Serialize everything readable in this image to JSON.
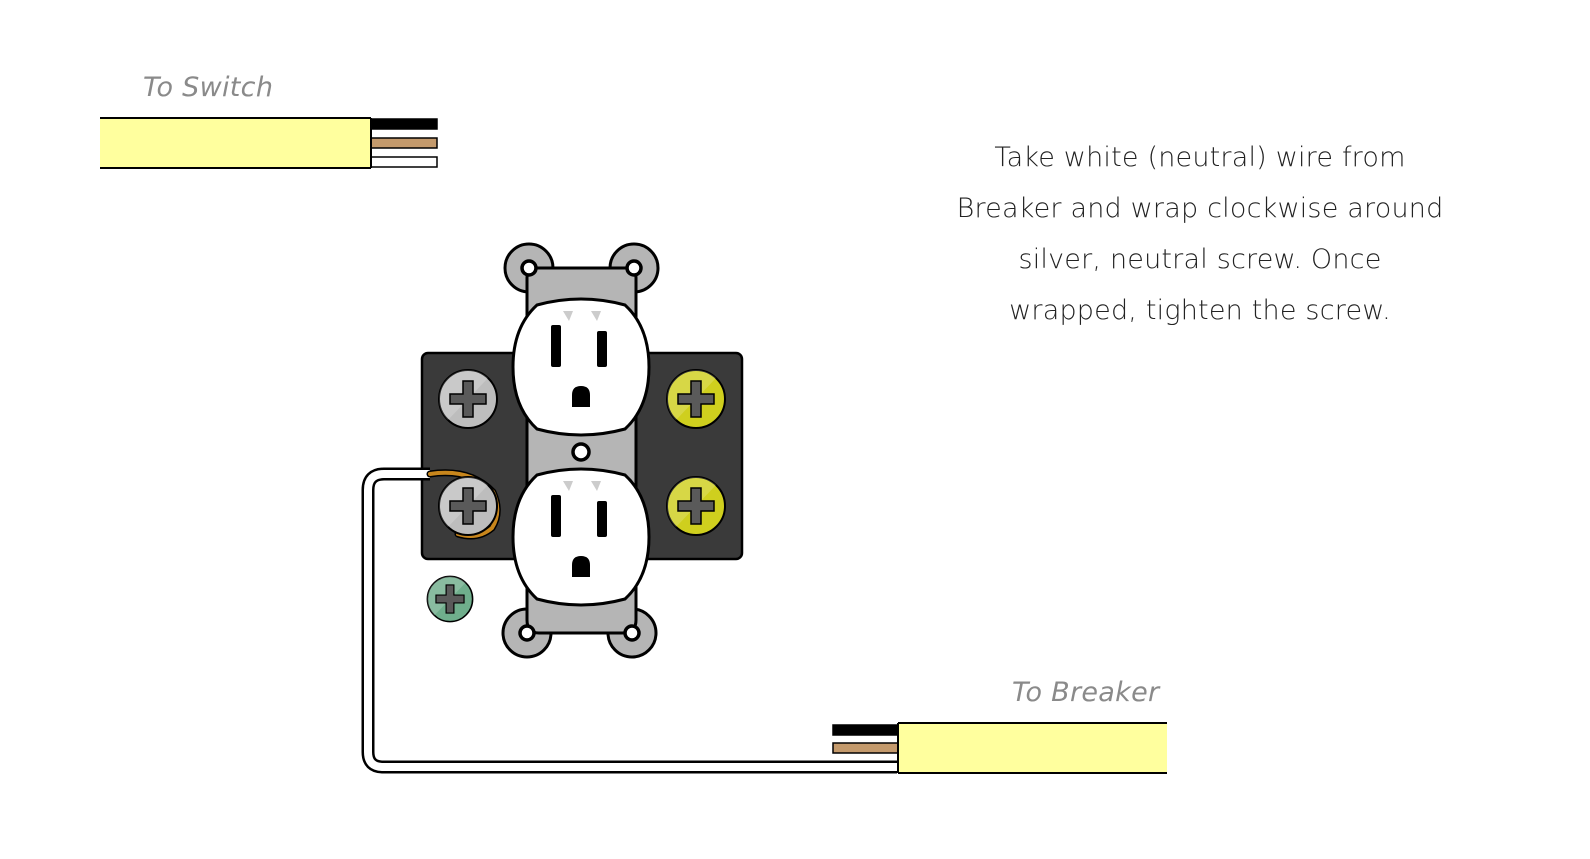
{
  "labels": {
    "to_switch": "To Switch",
    "to_breaker": "To Breaker"
  },
  "instructions": {
    "lines": [
      "Take white (neutral) wire from",
      "Breaker and wrap clockwise around",
      "silver, neutral screw. Once",
      "wrapped, tighten the screw."
    ]
  },
  "colors": {
    "cable_sheath": "#ffff9e",
    "hot_wire": "#000000",
    "ground_wire": "#c49a6c",
    "neutral_wire": "#ffffff",
    "backbox": "#3a3a3a",
    "strap": "#b5b5b5",
    "receptacle_face": "#ffffff",
    "silver_screw": "#bdbdbd",
    "brass_screw": "#cfcf1e",
    "ground_screw": "#6fae8c"
  },
  "icons": {
    "silver_screw": "phillips-screw-icon",
    "brass_screw": "phillips-screw-icon",
    "ground_screw": "phillips-screw-icon"
  }
}
